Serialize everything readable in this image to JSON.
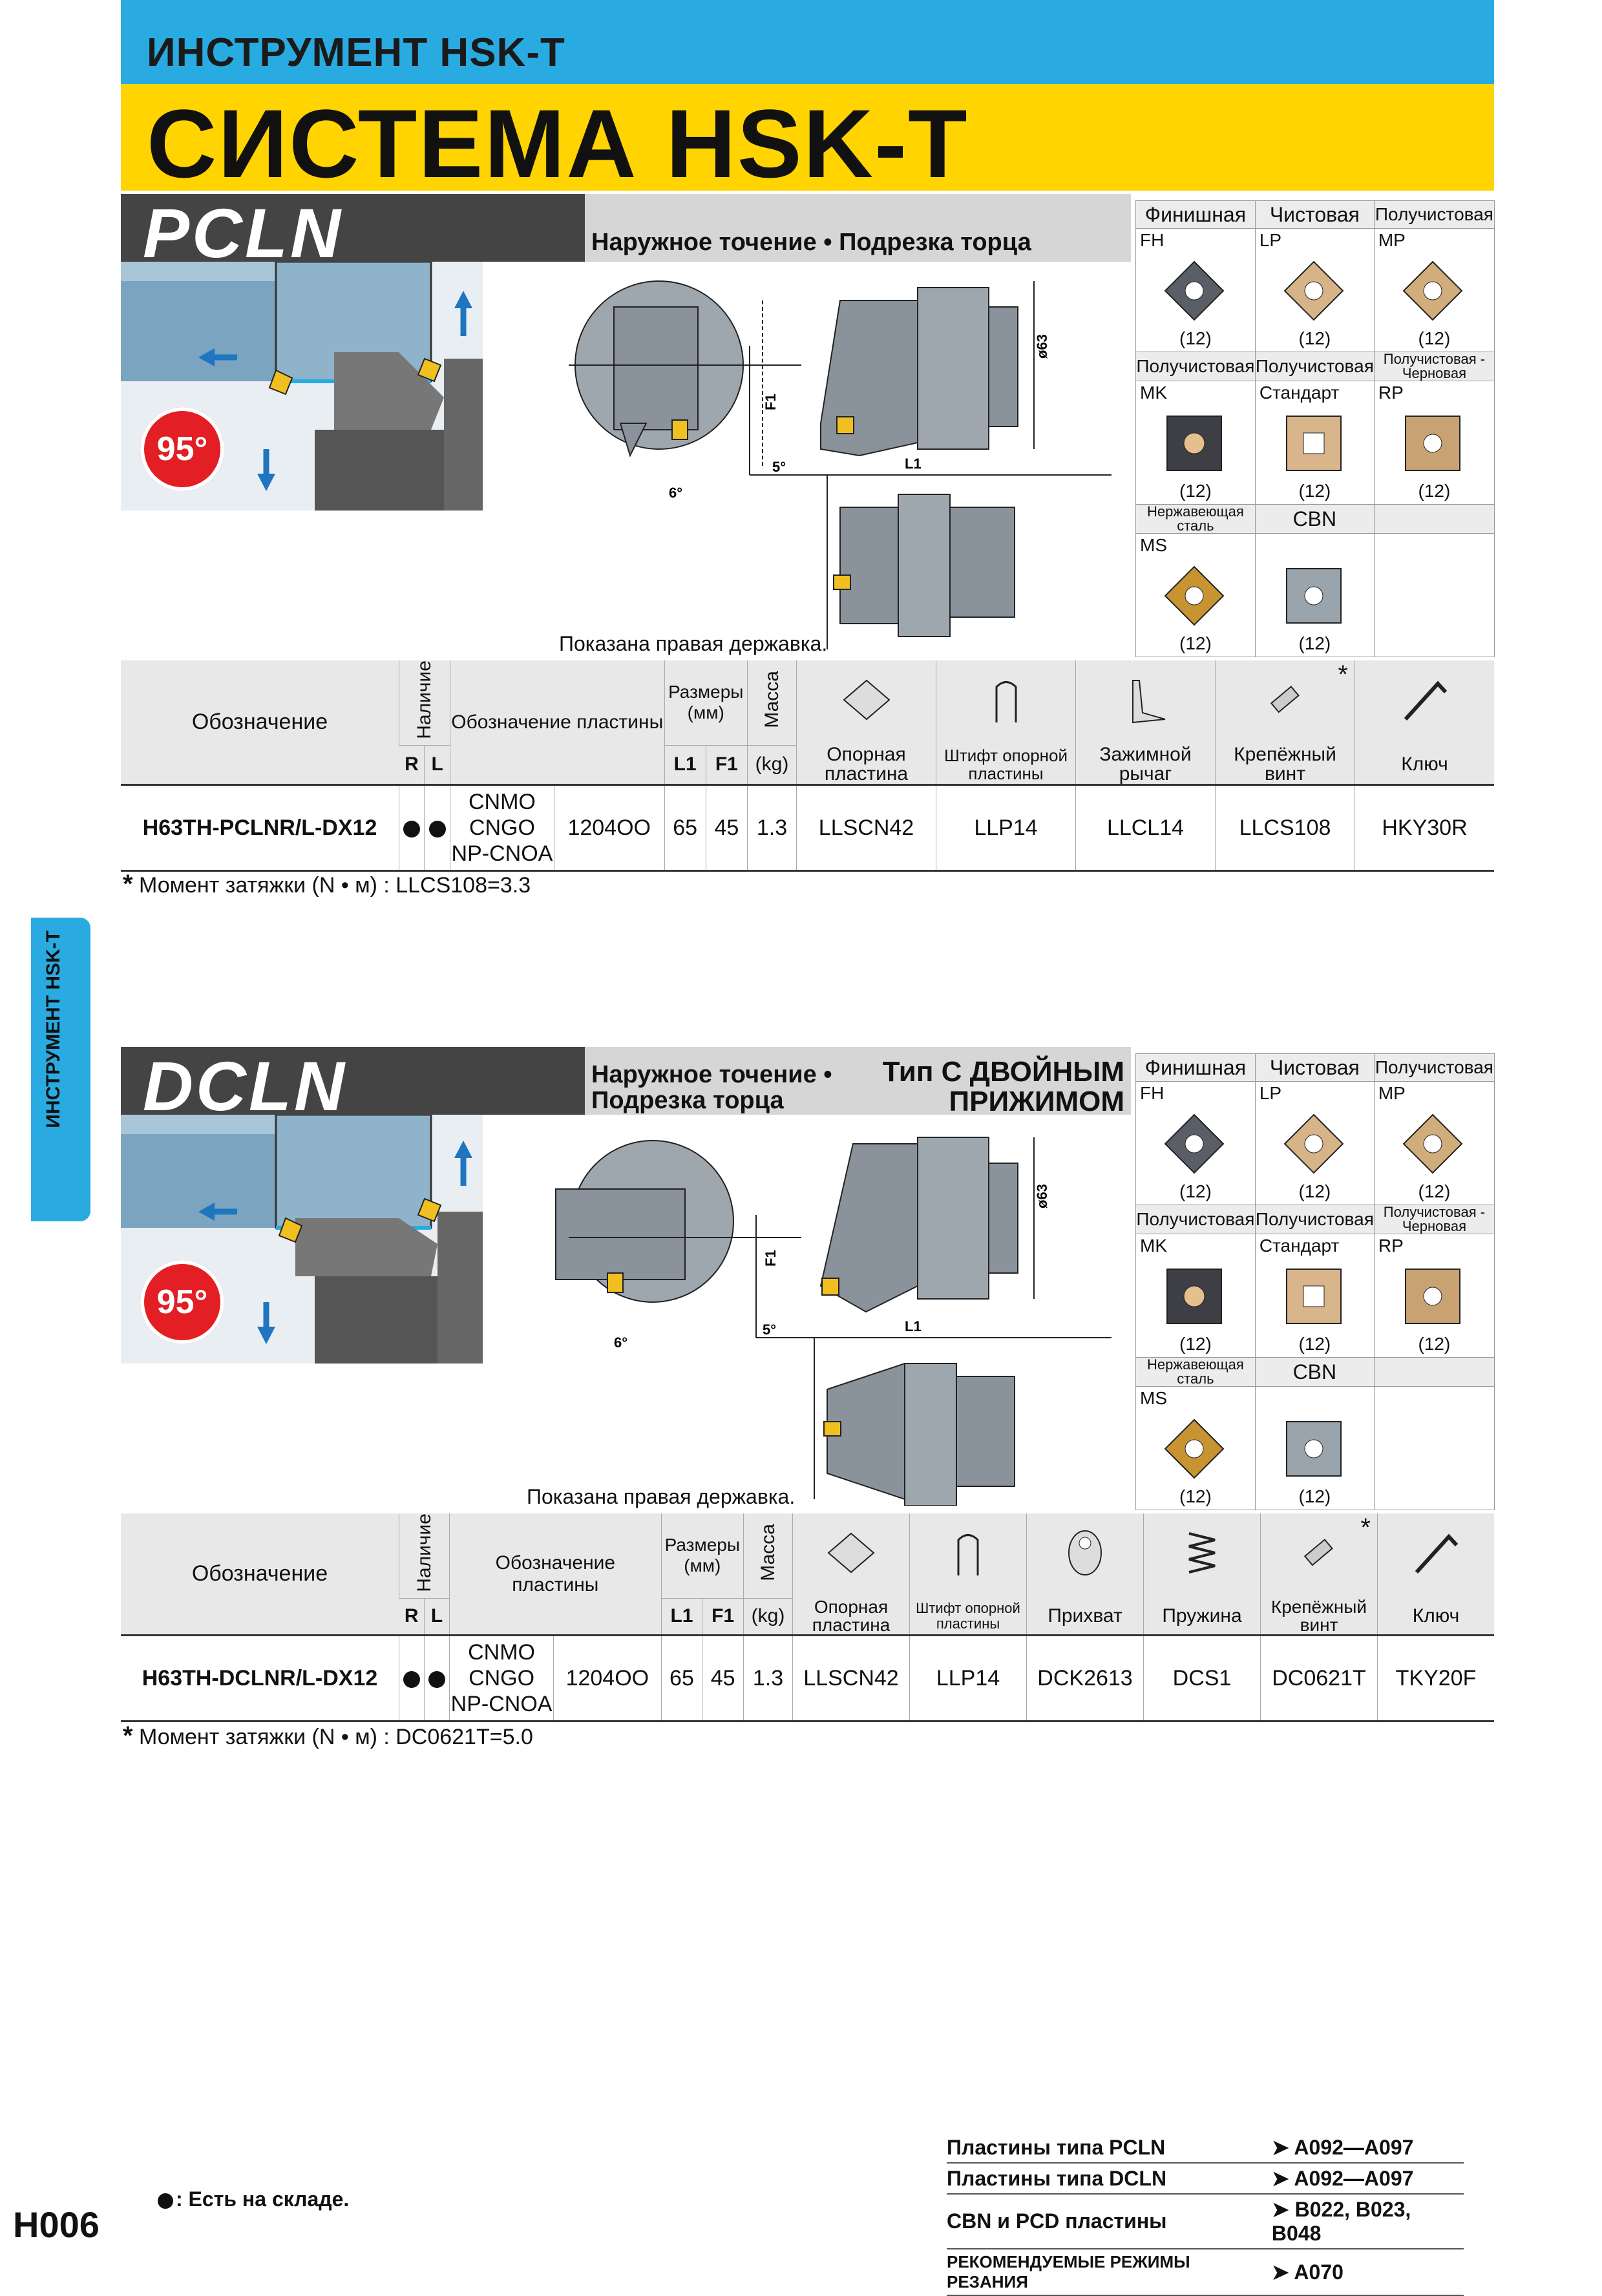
{
  "header": {
    "top": "ИНСТРУМЕНТ HSK-T",
    "main": "СИСТЕМА HSK-T"
  },
  "side_tab": "ИНСТРУМЕНТ HSK-T",
  "sections": [
    {
      "code": "PCLN",
      "subtitle": "Наружное точение • Подрезка торца",
      "angle": "95°",
      "shown": "Показана правая державка.",
      "dims": {
        "diam": "ø63",
        "f1": "F1",
        "l1": "L1",
        "a6": "6°",
        "a5": "5°"
      },
      "inserts": {
        "h1": [
          "Финишная",
          "Чистовая",
          "Получистовая"
        ],
        "r1": [
          {
            "code": "FH",
            "count": "(12)"
          },
          {
            "code": "LP",
            "count": "(12)"
          },
          {
            "code": "MP",
            "count": "(12)"
          }
        ],
        "h2": [
          "Получистовая",
          "Получистовая",
          "Получистовая - Черновая"
        ],
        "r2": [
          {
            "code": "MK",
            "count": "(12)"
          },
          {
            "code": "Стандарт",
            "count": "(12)"
          },
          {
            "code": "RP",
            "count": "(12)"
          }
        ],
        "h3": [
          "Нержавеющая сталь",
          "CBN",
          ""
        ],
        "r3": [
          {
            "code": "MS",
            "count": "(12)"
          },
          {
            "code": "",
            "count": "(12)"
          }
        ]
      },
      "table": {
        "h_designation": "Обозначение",
        "h_stock": "Наличие",
        "h_r": "R",
        "h_l": "L",
        "h_insert": "Обозначение пластины",
        "h_dims": "Размеры (мм)",
        "h_l1": "L1",
        "h_f1": "F1",
        "h_mass": "Масса",
        "h_kg": "(kg)",
        "parts": [
          "Опорная пластина",
          "Штифт опорной пластины",
          "Зажимной рычаг",
          "Крепёжный винт",
          "Ключ"
        ],
        "star": "*",
        "row": {
          "designation": "H63TH-PCLNR/L-DX12",
          "inserts": [
            "CNMO",
            "CNGO",
            "NP-CNOA"
          ],
          "size": "1204OO",
          "l1": "65",
          "f1": "45",
          "mass": "1.3",
          "parts": [
            "LLSCN42",
            "LLP14",
            "LLCL14",
            "LLCS108",
            "HKY30R"
          ]
        }
      },
      "note": "Момент затяжки (N • м) : LLCS108=3.3"
    },
    {
      "code": "DCLN",
      "subtitle1": "Наружное точение •",
      "subtitle2": "Подрезка торца",
      "subtitle_type1": "Тип С ДВОЙНЫМ",
      "subtitle_type2": "ПРИЖИМОМ",
      "angle": "95°",
      "shown": "Показана правая державка.",
      "dims": {
        "diam": "ø63",
        "f1": "F1",
        "l1": "L1",
        "a6": "6°",
        "a5": "5°"
      },
      "inserts": {
        "h1": [
          "Финишная",
          "Чистовая",
          "Получистовая"
        ],
        "r1": [
          {
            "code": "FH",
            "count": "(12)"
          },
          {
            "code": "LP",
            "count": "(12)"
          },
          {
            "code": "MP",
            "count": "(12)"
          }
        ],
        "h2": [
          "Получистовая",
          "Получистовая",
          "Получистовая - Черновая"
        ],
        "r2": [
          {
            "code": "MK",
            "count": "(12)"
          },
          {
            "code": "Стандарт",
            "count": "(12)"
          },
          {
            "code": "RP",
            "count": "(12)"
          }
        ],
        "h3": [
          "Нержавеющая сталь",
          "CBN",
          ""
        ],
        "r3": [
          {
            "code": "MS",
            "count": "(12)"
          },
          {
            "code": "",
            "count": "(12)"
          }
        ]
      },
      "table": {
        "h_designation": "Обозначение",
        "h_stock": "Наличие",
        "h_r": "R",
        "h_l": "L",
        "h_insert": "Обозначение пластины",
        "h_dims": "Размеры (мм)",
        "h_l1": "L1",
        "h_f1": "F1",
        "h_mass": "Масса",
        "h_kg": "(kg)",
        "parts": [
          "Опорная пластина",
          "Штифт опорной пластины",
          "Прихват",
          "Пружина",
          "Крепёжный винт",
          "Ключ"
        ],
        "star": "*",
        "row": {
          "designation": "H63TH-DCLNR/L-DX12",
          "inserts": [
            "CNMO",
            "CNGO",
            "NP-CNOA"
          ],
          "size": "1204OO",
          "l1": "65",
          "f1": "45",
          "mass": "1.3",
          "parts": [
            "LLSCN42",
            "LLP14",
            "DCK2613",
            "DCS1",
            "DC0621T",
            "TKY20F"
          ]
        }
      },
      "note": "Момент затяжки (N • м) : DC0621T=5.0"
    }
  ],
  "references": [
    {
      "label": "Пластины типа PCLN",
      "page": "A092—A097"
    },
    {
      "label": "Пластины типа DCLN",
      "page": "A092—A097"
    },
    {
      "label": "CBN и PCD пластины",
      "page": "B022, B023, B048"
    },
    {
      "label": "РЕКОМЕНДУЕМЫЕ РЕЖИМЫ РЕЗАНИЯ",
      "page": "A070"
    }
  ],
  "stock_legend": ": Есть на складе.",
  "page_number": "H006",
  "colors": {
    "cyan": "#29ABE2",
    "yellow": "#FFD400",
    "red": "#E31E24",
    "insert_bg": "#F5C9A0"
  }
}
